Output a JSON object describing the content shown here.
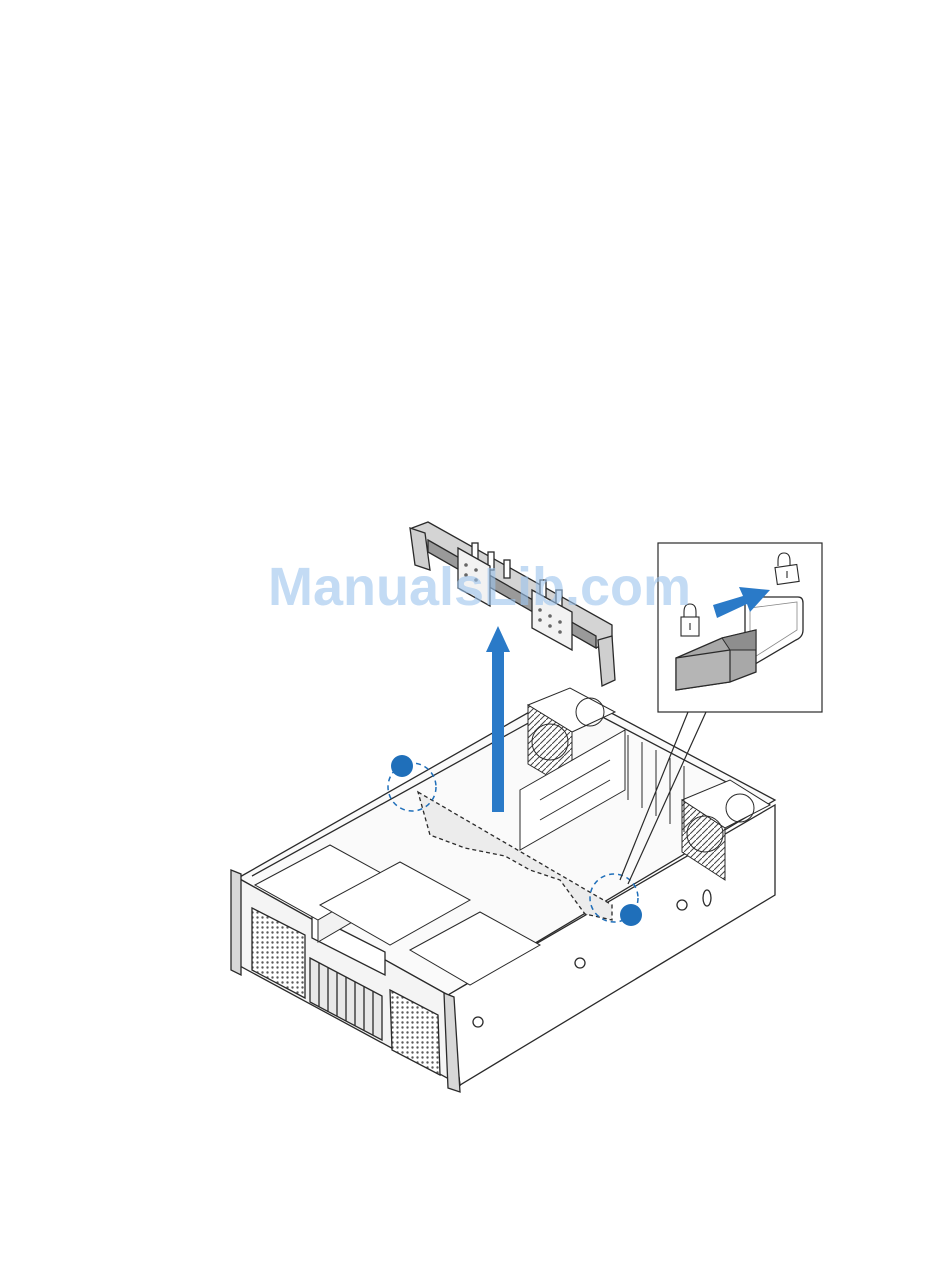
{
  "watermark": {
    "text": "ManualsLib.com"
  },
  "colors": {
    "background": "#ffffff",
    "line": "#2a2a2a",
    "callout_blue": "#1f6fba",
    "arrow_blue": "#2a7ac8",
    "panel_gray": "#f0f0f0",
    "latch_gray": "#a8a8a8"
  },
  "icons": {
    "lock": "lock-icon",
    "unlock": "unlock-icon",
    "direction_arrow": "arrow-right-icon",
    "lift_arrow": "arrow-up-icon"
  },
  "callouts": [
    {
      "id": "A",
      "label": ""
    },
    {
      "id": "B",
      "label": ""
    }
  ]
}
